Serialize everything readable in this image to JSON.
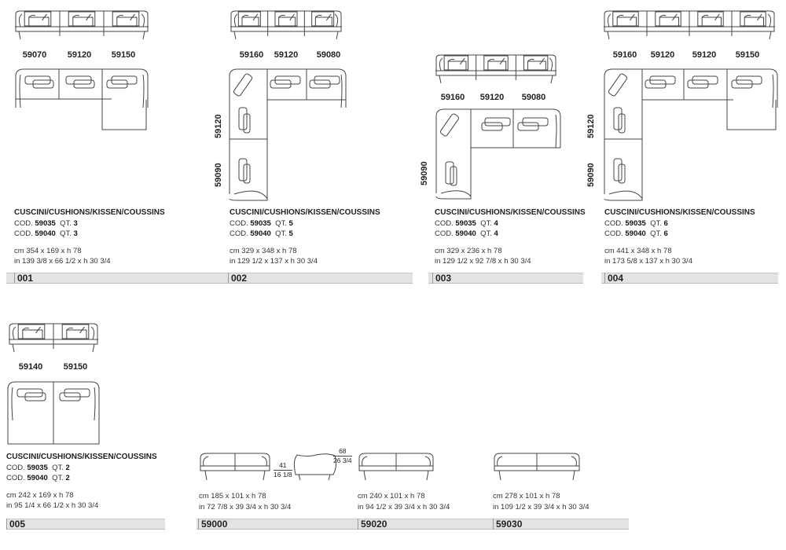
{
  "cushions_heading": "CUSCINI/CUSHIONS/KISSEN/COUSSINS",
  "cod_label": "COD.",
  "qt_label": "QT.",
  "compositions": [
    {
      "id": "001",
      "modules": [
        "59070",
        "59120",
        "59150"
      ],
      "side_modules": [],
      "cushions": [
        {
          "cod": "59035",
          "qt": "3"
        },
        {
          "cod": "59040",
          "qt": "3"
        }
      ],
      "cm": "cm 354 x 169 x h 78",
      "in": "in 139 3/8 x 66 1/2 x h 30 3/4"
    },
    {
      "id": "002",
      "modules": [
        "59160",
        "59120",
        "59080"
      ],
      "side_modules": [
        "59120",
        "59090"
      ],
      "cushions": [
        {
          "cod": "59035",
          "qt": "5"
        },
        {
          "cod": "59040",
          "qt": "5"
        }
      ],
      "cm": "cm 329 x 348 x h 78",
      "in": "in 129 1/2 x 137 x h 30 3/4"
    },
    {
      "id": "003",
      "modules": [
        "59160",
        "59120",
        "59080"
      ],
      "side_modules": [
        "59090"
      ],
      "cushions": [
        {
          "cod": "59035",
          "qt": "4"
        },
        {
          "cod": "59040",
          "qt": "4"
        }
      ],
      "cm": "cm 329 x 236 x h 78",
      "in": "in 129 1/2 x 92 7/8 x h 30 3/4"
    },
    {
      "id": "004",
      "modules": [
        "59160",
        "59120",
        "59120",
        "59150"
      ],
      "side_modules": [
        "59120",
        "59090"
      ],
      "cushions": [
        {
          "cod": "59035",
          "qt": "6"
        },
        {
          "cod": "59040",
          "qt": "6"
        }
      ],
      "cm": "cm 441 x 348 x h 78",
      "in": "in 173 5/8 x 137 x h 30 3/4"
    },
    {
      "id": "005",
      "modules": [
        "59140",
        "59150"
      ],
      "side_modules": [],
      "cushions": [
        {
          "cod": "59035",
          "qt": "2"
        },
        {
          "cod": "59040",
          "qt": "2"
        }
      ],
      "cm": "cm 242 x 169 x h 78",
      "in": "in 95 1/4 x 66 1/2 x h 30 3/4"
    }
  ],
  "sofas": [
    {
      "id": "59000",
      "cm": "cm 185 x 101 x h 78",
      "in": "in 72 7/8 x 39 3/4 x h 30 3/4"
    },
    {
      "id": "59020",
      "cm": "cm 240 x 101 x h 78",
      "in": "in 94 1/2 x 39 3/4 x h 30 3/4"
    },
    {
      "id": "59030",
      "cm": "cm 278 x 101 x h 78",
      "in": "in 109 1/2 x 39 3/4 x h 30 3/4"
    }
  ],
  "side_dims": {
    "seat_cm": "41",
    "seat_in": "16 1/8",
    "back_cm": "68",
    "back_in": "26 3/4"
  }
}
